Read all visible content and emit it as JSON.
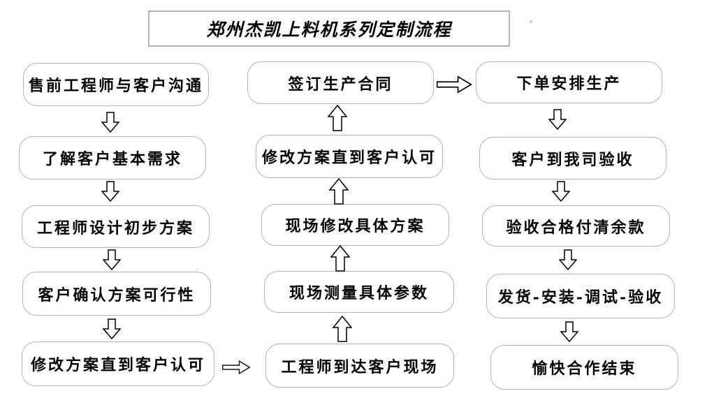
{
  "title": "郑州杰凯上料机系列定制流程",
  "columns": {
    "left": [
      "售前工程师与客户沟通",
      "了解客户基本需求",
      "工程师设计初步方案",
      "客户确认方案可行性",
      "修改方案直到客户认可"
    ],
    "middle": [
      "签订生产合同",
      "修改方案直到客户认可",
      "现场修改具体方案",
      "现场测量具体参数",
      "工程师到达客户现场"
    ],
    "right": [
      "下单安排生产",
      "客户到我司验收",
      "验收合格付清余款",
      "发货-安装-调试-验收",
      "愉快合作结束"
    ]
  },
  "arrows": {
    "left_column_direction": "down",
    "middle_column_direction": "up",
    "right_column_direction": "down",
    "cross_links": [
      {
        "from": "修改方案直到客户认可",
        "to": "工程师到达客户现场",
        "direction": "right"
      },
      {
        "from": "签订生产合同",
        "to": "下单安排生产",
        "direction": "right"
      }
    ]
  },
  "colors": {
    "background": "#ffffff",
    "box_border": "#b4b4b4",
    "text": "#000000",
    "arrow_outline": "#000000"
  }
}
